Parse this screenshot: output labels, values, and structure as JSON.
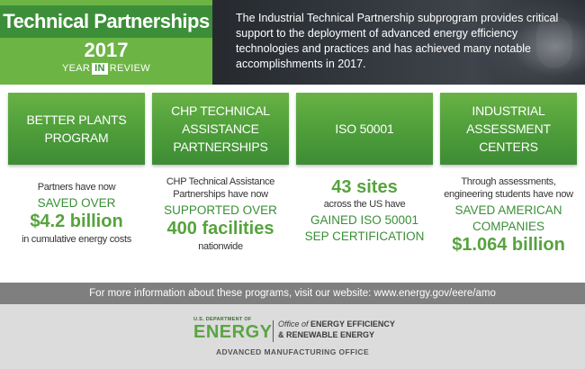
{
  "header": {
    "title": "Technical Partnerships",
    "year": "2017",
    "year_in_review_prefix": "YEAR",
    "year_in_review_in": "IN",
    "year_in_review_suffix": "REVIEW",
    "intro": "The Industrial Technical Partnership subprogram provides critical support to the deployment of advanced energy efficiency technologies and practices and has achieved many notable accomplishments in 2017."
  },
  "programs": [
    {
      "name": "BETTER PLANTS PROGRAM",
      "lines": [
        "Partners have now",
        "SAVED OVER",
        "$4.2 billion",
        "in cumulative energy costs"
      ]
    },
    {
      "name": "CHP TECHNICAL ASSISTANCE PARTNERSHIPS",
      "lines": [
        "CHP Technical Assistance",
        "Partnerships have now",
        "SUPPORTED OVER",
        "400 facilities",
        "nationwide"
      ]
    },
    {
      "name": "ISO 50001",
      "lines": [
        "43 sites",
        "across the US have",
        "GAINED ISO 50001",
        "SEP CERTIFICATION"
      ]
    },
    {
      "name": "INDUSTRIAL ASSESSMENT CENTERS",
      "lines": [
        "Through assessments,",
        "engineering students have now",
        "SAVED AMERICAN",
        "COMPANIES",
        "$1.064 billion"
      ]
    }
  ],
  "footer": {
    "more_info": "For more information about these programs, visit our website: www.energy.gov/eere/amo",
    "doe_dept": "U.S. DEPARTMENT OF",
    "doe_energy": "ENERGY",
    "office_prefix": "Office of",
    "office_line1": "ENERGY EFFICIENCY",
    "office_line2": "& RENEWABLE ENERGY",
    "amo": "ADVANCED MANUFACTURING OFFICE"
  },
  "colors": {
    "brand_green": "#3c8f38",
    "light_green": "#6cb544",
    "stat_green": "#56a33d",
    "footer_gray": "#7f7f7f"
  }
}
